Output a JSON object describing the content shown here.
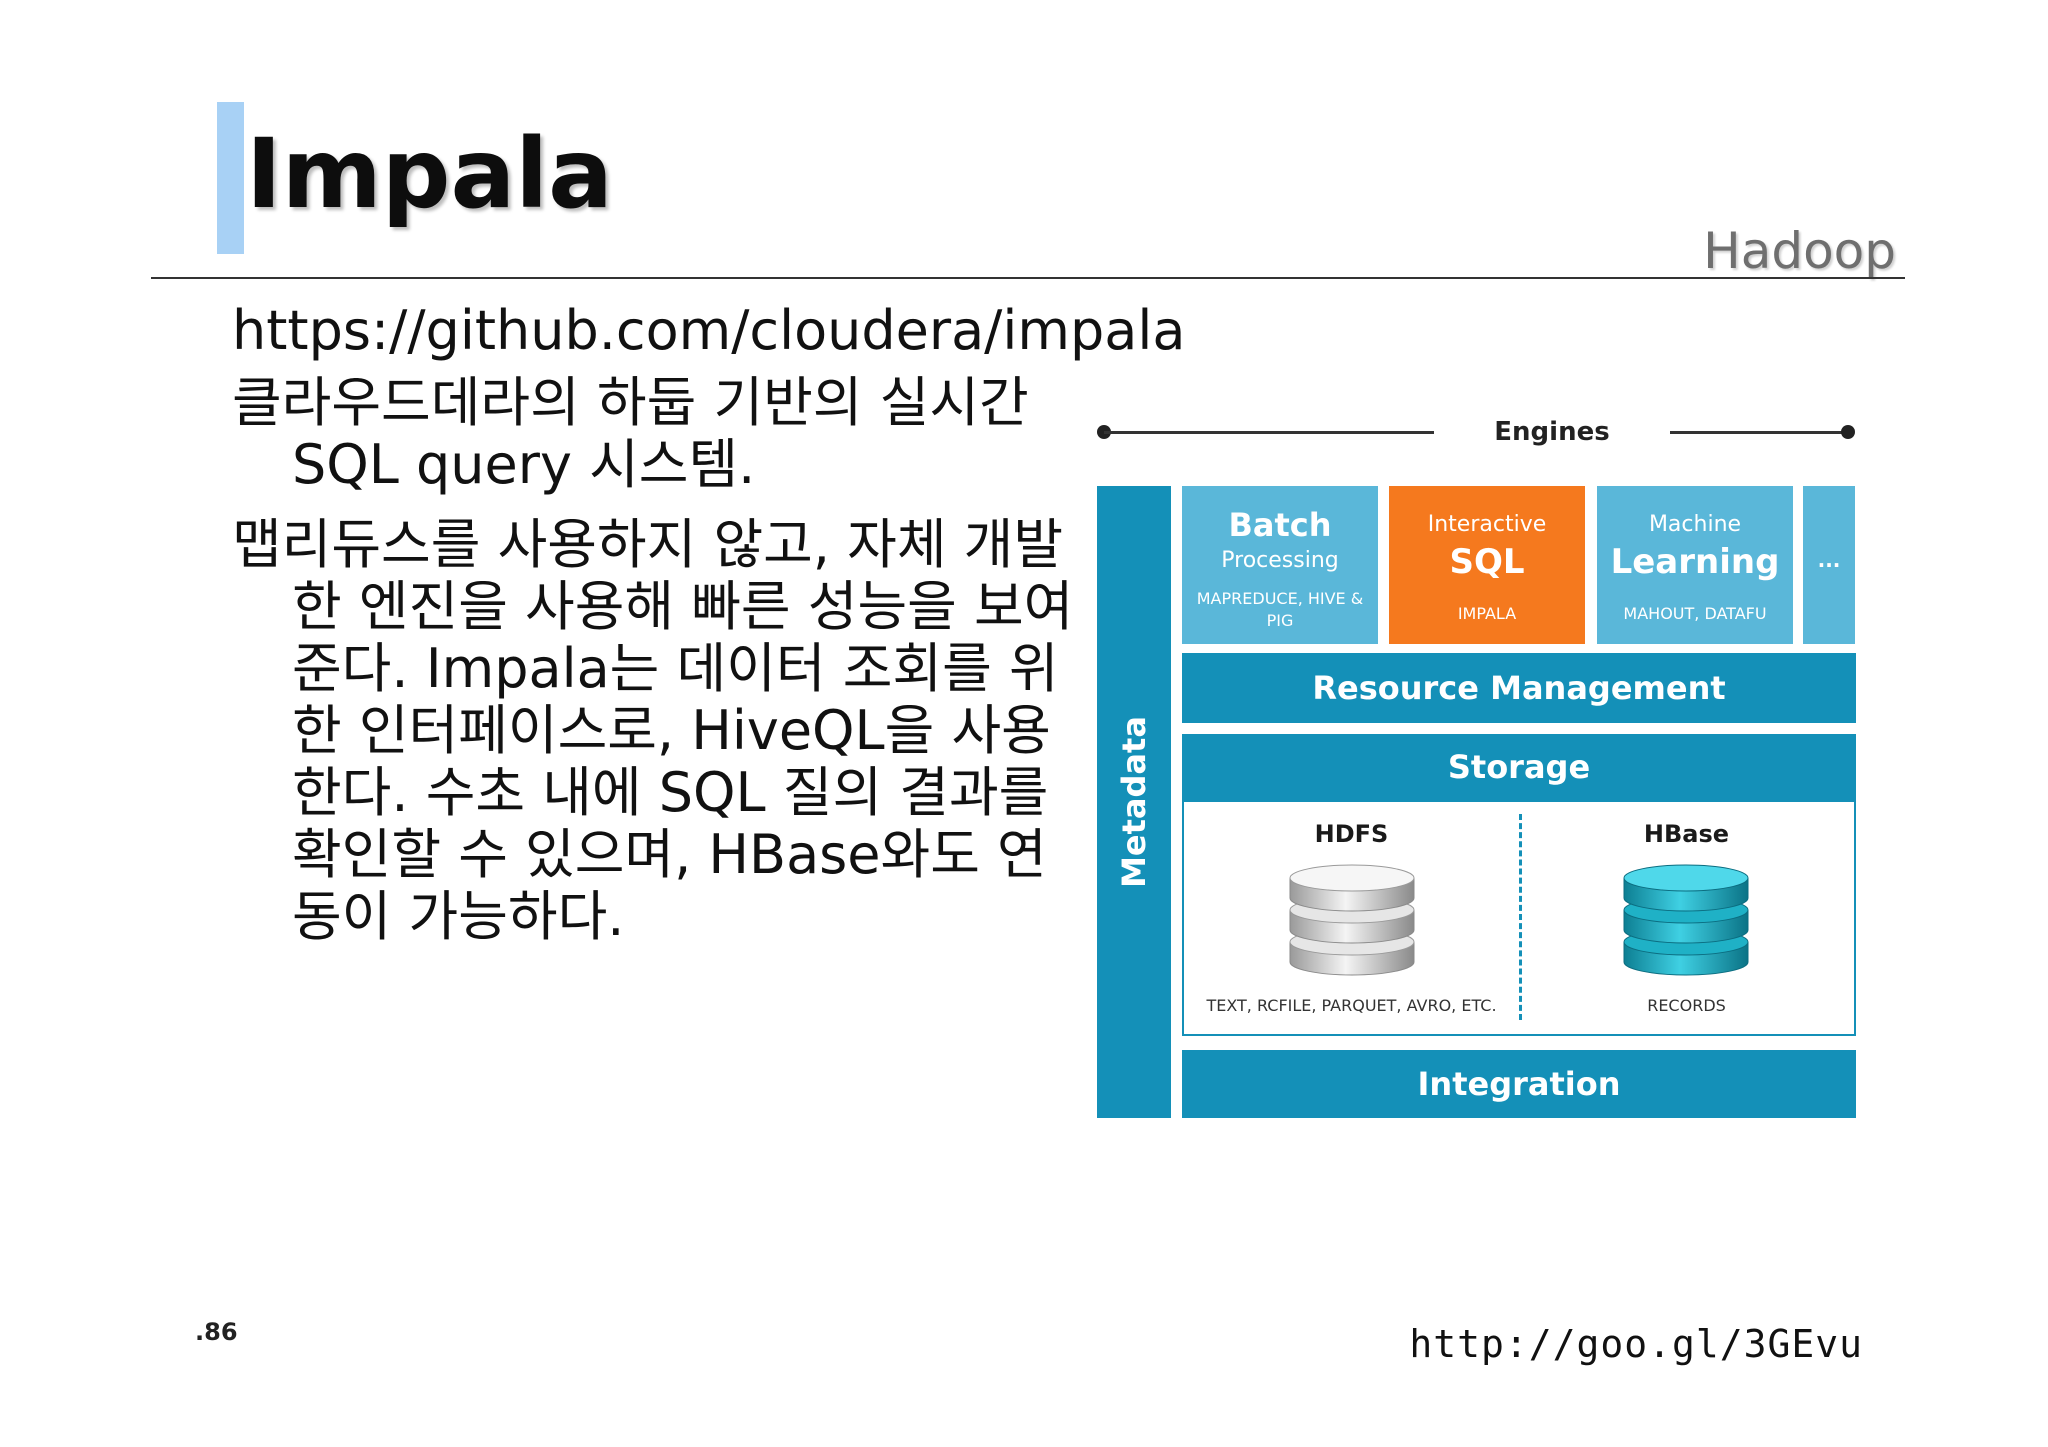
{
  "slide": {
    "title": "Impala",
    "section": "Hadoop",
    "page_number": ".86",
    "reference_link": "http://goo.gl/3GEvu"
  },
  "content": {
    "url": "https://github.com/cloudera/impala",
    "bullets": [
      "클라우드데라의 하둡 기반의 실시간 SQL query 시스템.",
      "맵리듀스를 사용하지 않고, 자체 개발한 엔진을 사용해 빠른 성능을 보여준다. Impala는 데이터 조회를 위한 인터페이스로, HiveQL을 사용한다. 수초 내에 SQL 질의 결과를 확인할 수 있으며, HBase와도 연동이 가능하다."
    ]
  },
  "diagram": {
    "engines_label": "Engines",
    "metadata_label": "Metadata",
    "engines": [
      {
        "top": "Batch",
        "mid": "Processing",
        "sub": "MAPREDUCE, HIVE & PIG"
      },
      {
        "top": "Interactive",
        "mid": "SQL",
        "sub": "IMPALA"
      },
      {
        "top": "Machine",
        "mid": "Learning",
        "sub": "MAHOUT, DATAFU"
      },
      {
        "mid": "..."
      }
    ],
    "resource_management": "Resource Management",
    "storage": {
      "label": "Storage",
      "left": {
        "title": "HDFS",
        "sub": "TEXT, RCFILE, PARQUET, AVRO, ETC."
      },
      "right": {
        "title": "HBase",
        "sub": "RECORDS"
      }
    },
    "integration": "Integration",
    "colors": {
      "primary": "#1490b8",
      "light": "#5ab7d9",
      "accent": "#f5791e",
      "title_bar": "#a8d1f5"
    },
    "icons": [
      "hdfs-database-icon",
      "hbase-database-icon"
    ]
  }
}
